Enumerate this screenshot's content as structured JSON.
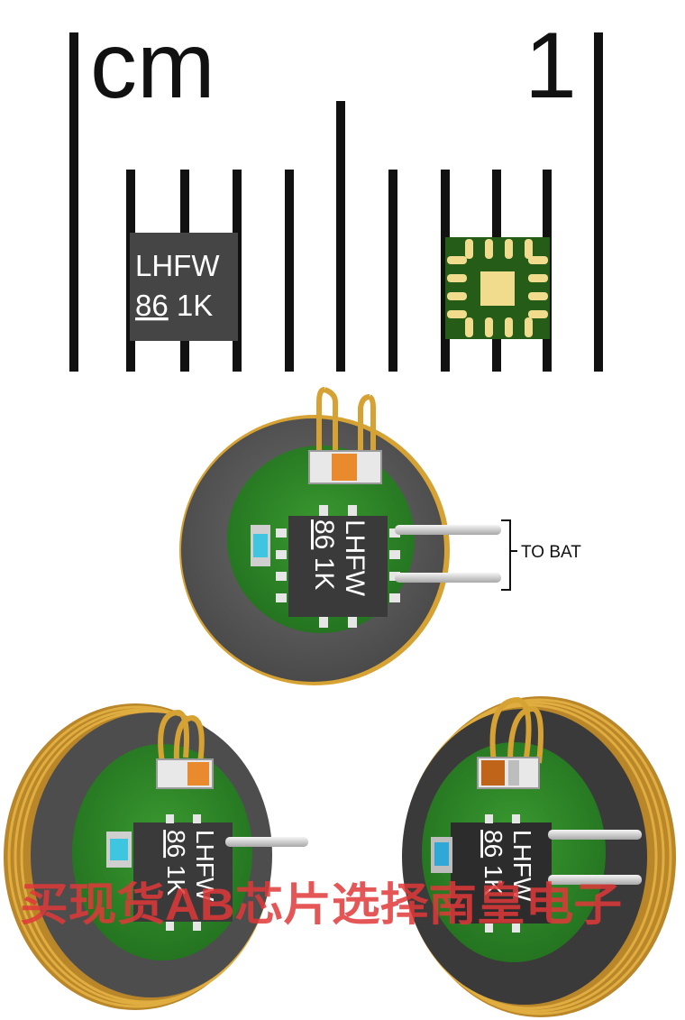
{
  "ruler": {
    "unit_label": "cm",
    "major_label": "1"
  },
  "chip_package": {
    "marking_line1": "LHFW",
    "marking_line2_underlined": "86",
    "marking_line2_rest": " 1K"
  },
  "module_top": {
    "chip_line1": "LHFW",
    "chip_line2_underlined": "86",
    "chip_line2_rest": " 1K",
    "callout": "TO BAT"
  },
  "module_left": {
    "chip_line1": "LHFW",
    "chip_line2_underlined": "86",
    "chip_line2_rest": " 1K"
  },
  "module_right": {
    "chip_line1": "LHFW",
    "chip_line2_underlined": "86",
    "chip_line2_rest": " 1K"
  },
  "watermark": "买现货AB芯片选择南皇电子",
  "colors": {
    "pcb_green": "#2f8a2a",
    "disk_gray": "#5a5a5a",
    "coil_gold": "#d6a233",
    "pad_cream": "#f0dc8c",
    "chip_dark": "#3a3a3a",
    "watermark_red": "#e0383a"
  }
}
